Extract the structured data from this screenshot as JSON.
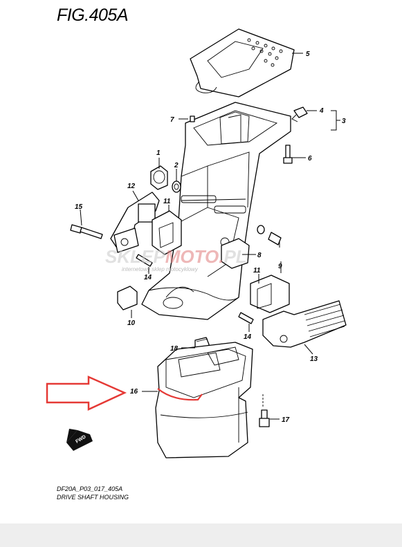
{
  "figure": {
    "title": "FIG.405A",
    "caption_code": "DF20A_P03_017_405A",
    "caption_name": "DRIVE SHAFT HOUSING"
  },
  "watermark": {
    "brand_prefix": "SKLEP",
    "brand_highlight": "MOTO.",
    "brand_suffix": "PL",
    "tagline": "internetowy sklep motocyklowy"
  },
  "callouts": {
    "c1": "1",
    "c2": "2",
    "c3": "3",
    "c4": "4",
    "c5": "5",
    "c6": "6",
    "c7": "7",
    "c8": "8",
    "c9": "9",
    "c10": "10",
    "c11a": "11",
    "c11b": "11",
    "c12": "12",
    "c13": "13",
    "c14a": "14",
    "c14b": "14",
    "c15": "15",
    "c16": "16",
    "c17": "17",
    "c18": "18"
  },
  "fwd_label": "FWD",
  "colors": {
    "highlight_arrow": "#e53935",
    "highlight_outline": "#e53935",
    "line": "#000000",
    "footer_band": "#eeeeee"
  }
}
